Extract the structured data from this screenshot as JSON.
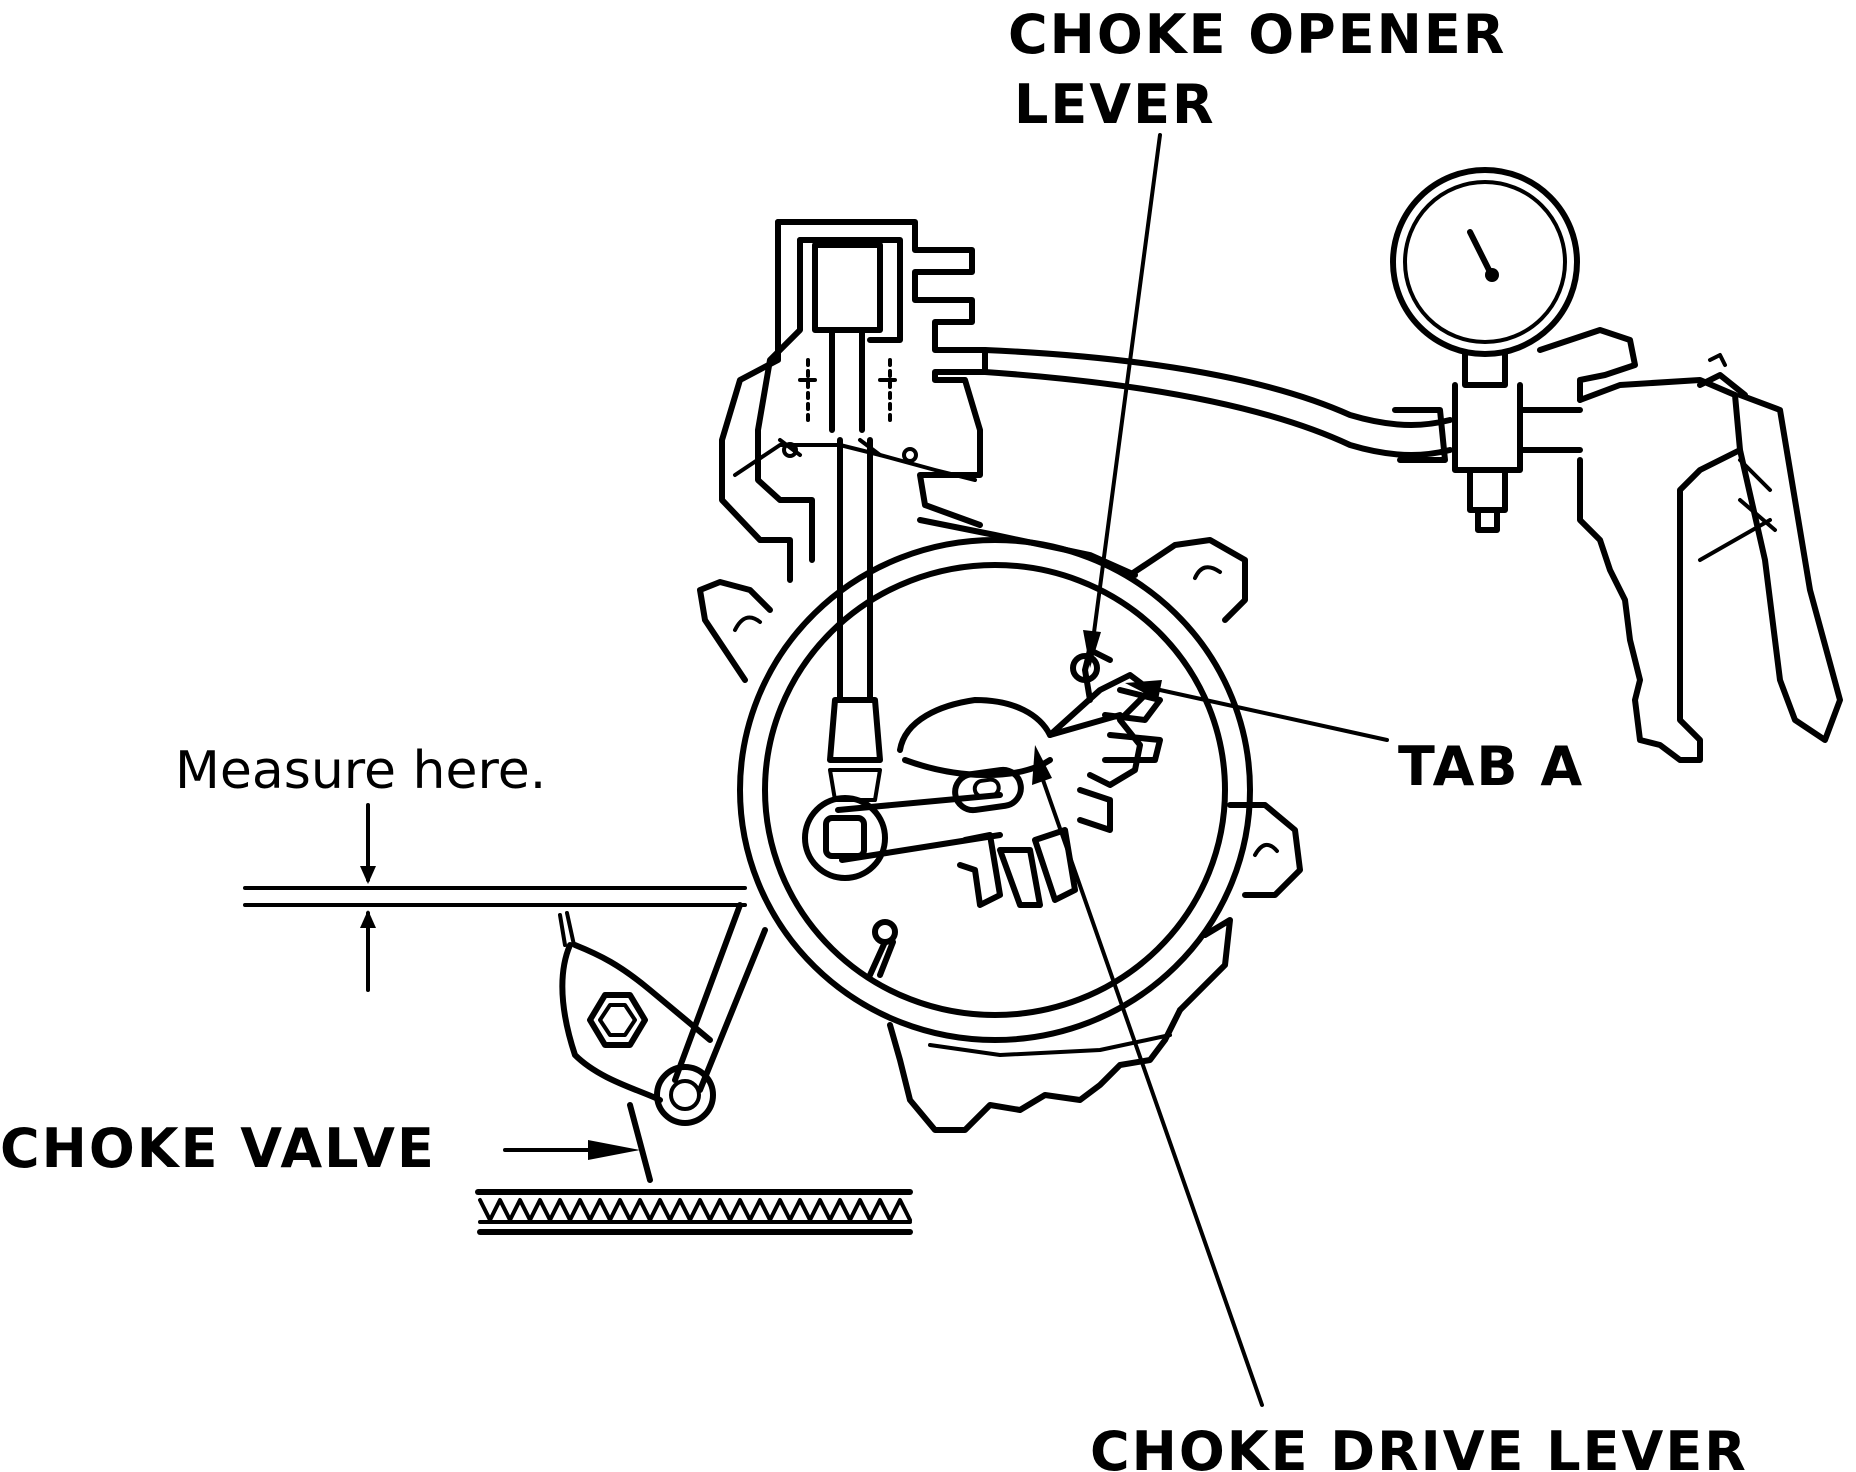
{
  "labels": {
    "choke_opener_lever_line1": "CHOKE OPENER",
    "choke_opener_lever_line2": "LEVER",
    "tab_a": "TAB A",
    "measure_here": "Measure here.",
    "choke_valve": "CHOKE VALVE",
    "choke_drive_lever": "CHOKE DRIVE LEVER"
  },
  "colors": {
    "ink": "#000000",
    "paper": "#ffffff"
  },
  "icons": [
    "vacuum-gauge-icon",
    "hand-vacuum-pump-icon"
  ]
}
